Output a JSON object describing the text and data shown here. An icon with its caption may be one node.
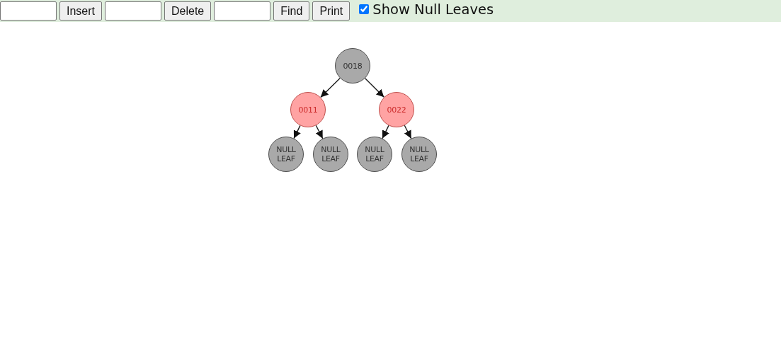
{
  "diagram": {
    "nodes": [
      {
        "text": [
          "0018"
        ]
      },
      {
        "text": [
          "0011"
        ]
      },
      {
        "text": [
          "0022"
        ]
      },
      {
        "text": [
          "NULL LEAF"
        ]
      },
      {
        "text": [
          "NULL LEAF"
        ]
      },
      {
        "text": [
          "NULL LEAF"
        ]
      },
      {
        "text": [
          "NULL LEAF"
        ]
      }
    ],
    "edges": [
      {
        "from": 0,
        "to": 1,
        "arrow": "to"
      },
      {
        "from": 0,
        "to": 2,
        "arrow": "to"
      },
      {
        "from": 1,
        "to": 3,
        "arrow": "to"
      },
      {
        "from": 1,
        "to": 4,
        "arrow": "to"
      },
      {
        "from": 2,
        "to": 5,
        "arrow": "to"
      },
      {
        "from": 2,
        "to": 6,
        "arrow": "to"
      }
    ],
    "labels": [
      "Insert",
      "Delete",
      "Find",
      "Print",
      "Show Null Leaves"
    ]
  }
}
